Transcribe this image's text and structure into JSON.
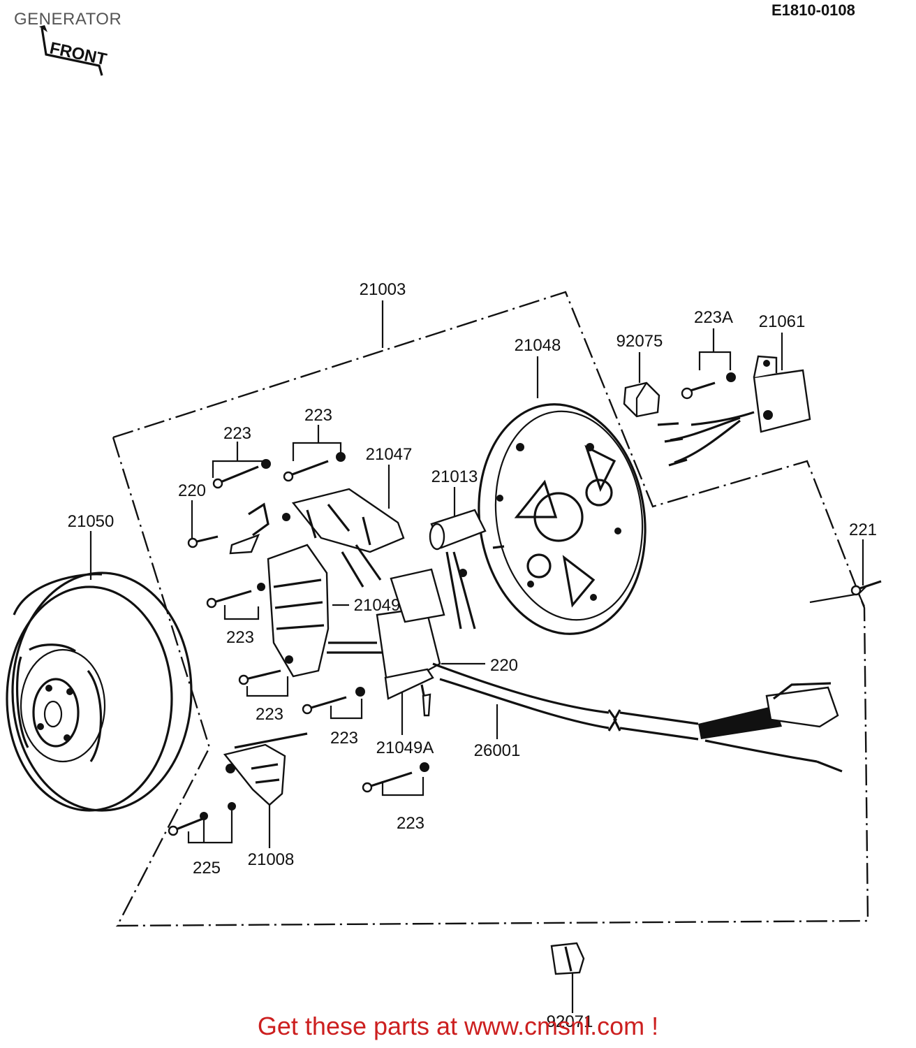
{
  "header": {
    "title": "GENERATOR",
    "code": "E1810-0108",
    "front_marker": "FRONT"
  },
  "parts": {
    "p21003": "21003",
    "p21061": "21061",
    "p223A": "223A",
    "p92075": "92075",
    "p21048": "21048",
    "p223_a": "223",
    "p223_b": "223",
    "p21047": "21047",
    "p21013": "21013",
    "p220_a": "220",
    "p21050": "21050",
    "p221": "221",
    "p21049": "21049",
    "p223_c": "223",
    "p220_b": "220",
    "p223_d": "223",
    "p223_e": "223",
    "p21049A": "21049A",
    "p26001": "26001",
    "p223_f": "223",
    "p225": "225",
    "p21008": "21008",
    "p92071": "92071"
  },
  "footer": {
    "text": "Get these parts at www.cmsnl.com !"
  },
  "colors": {
    "ink": "#111111",
    "footer_red": "#cc1f1f",
    "header_grey": "#555555"
  }
}
